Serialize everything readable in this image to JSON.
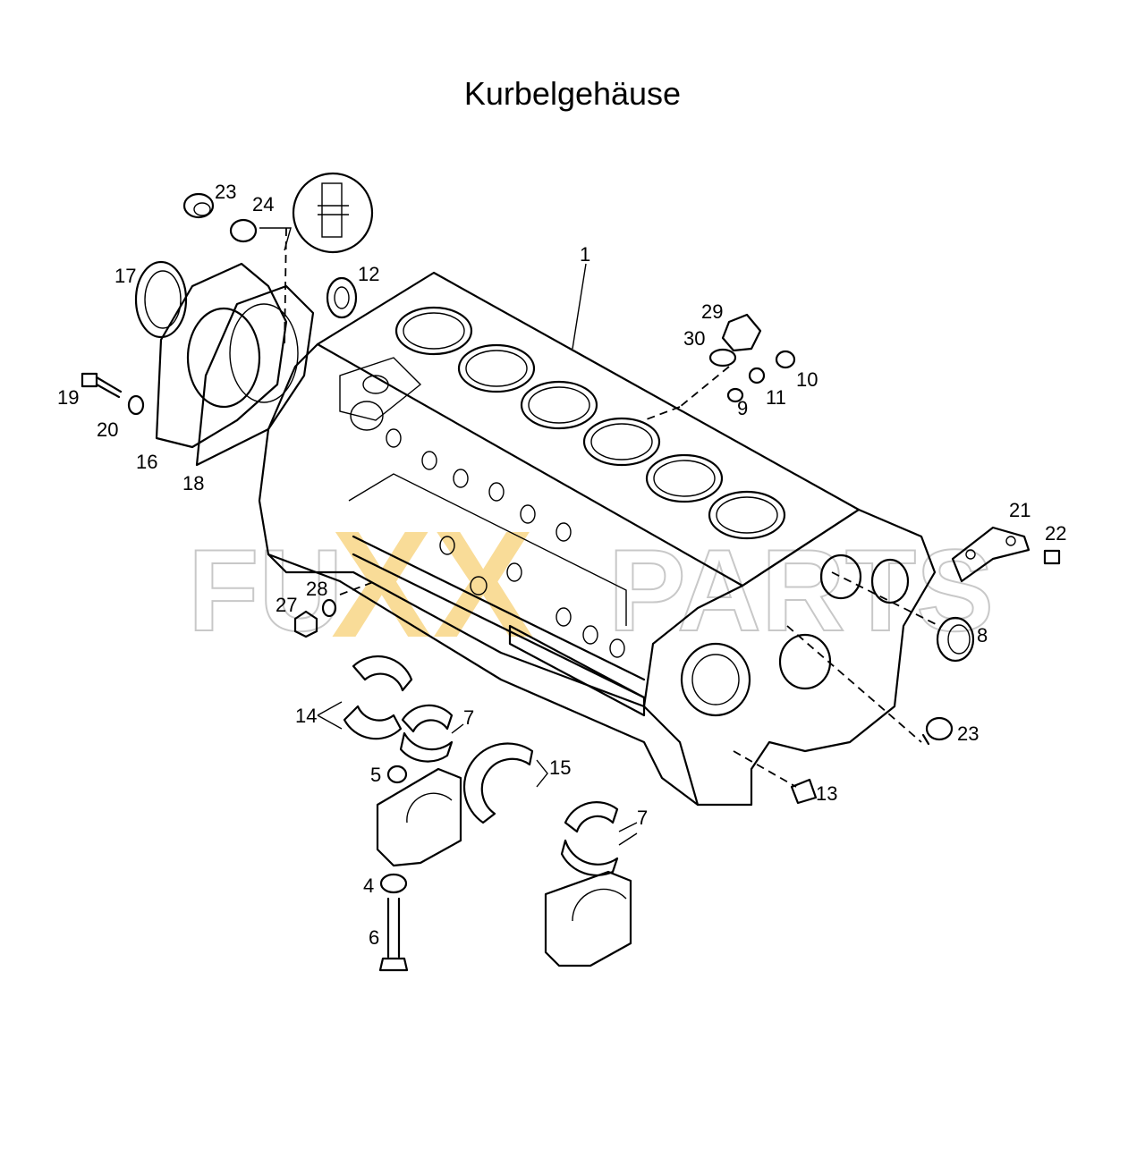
{
  "title": "Kurbelgehäuse",
  "watermark": {
    "left": "FU",
    "mid": "XX",
    "right": "PARTS",
    "accent_color": "#f2b21c"
  },
  "callouts": {
    "c1": "1",
    "c4": "4",
    "c5": "5",
    "c6": "6",
    "c7a": "7",
    "c7b": "7",
    "c8": "8",
    "c9": "9",
    "c10": "10",
    "c11": "11",
    "c12": "12",
    "c13": "13",
    "c14": "14",
    "c15": "15",
    "c16": "16",
    "c17": "17",
    "c18": "18",
    "c19": "19",
    "c20": "20",
    "c21": "21",
    "c22": "22",
    "c23a": "23",
    "c23b": "23",
    "c24": "24",
    "c27": "27",
    "c28": "28",
    "c29": "29",
    "c30": "30"
  }
}
